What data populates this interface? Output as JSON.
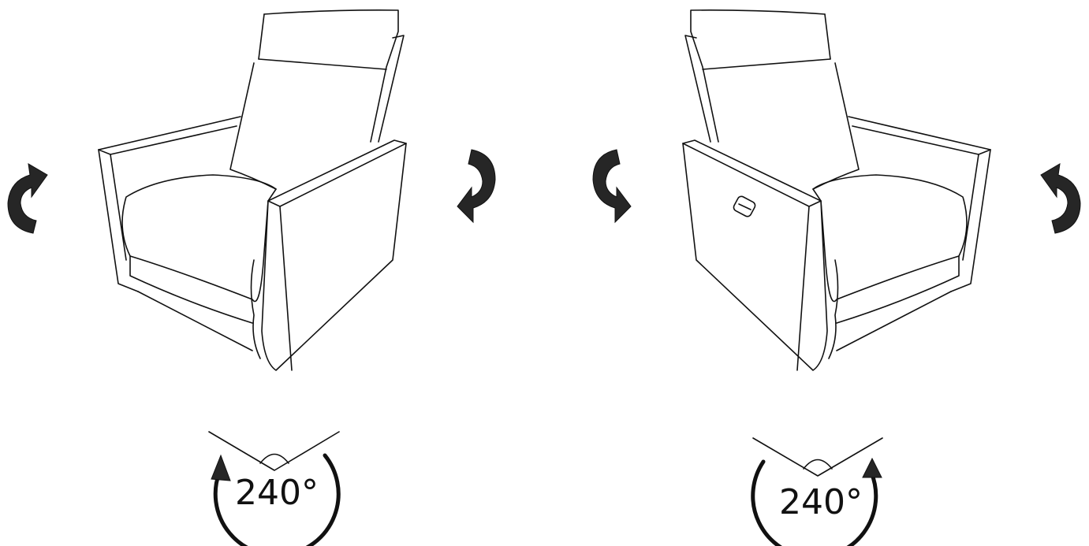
{
  "diagrams": [
    {
      "id": "left",
      "angle_label": "240°"
    },
    {
      "id": "right",
      "angle_label": "240°"
    }
  ],
  "colors": {
    "line": "#111111",
    "arrow": "#262626",
    "background": "#ffffff"
  }
}
